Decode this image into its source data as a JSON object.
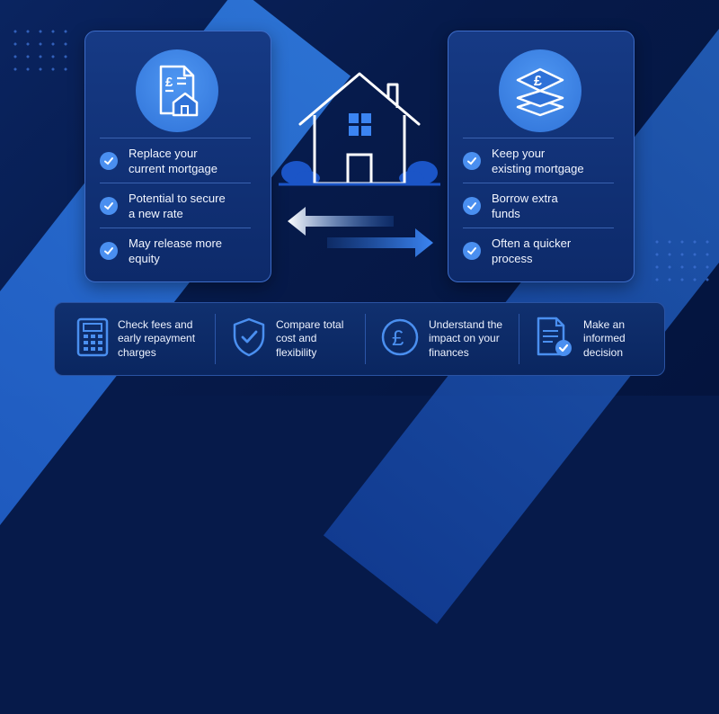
{
  "left_card": {
    "icon": "pound-document-house-icon",
    "items": [
      {
        "text": "Replace your\ncurrent mortgage"
      },
      {
        "text": "Potential to secure\na new rate"
      },
      {
        "text": "May release more\nequity"
      }
    ]
  },
  "right_card": {
    "icon": "pound-layers-icon",
    "items": [
      {
        "text": "Keep your\nexisting mortgage"
      },
      {
        "text": "Borrow extra\nfunds"
      },
      {
        "text": "Often a quicker\nprocess"
      }
    ]
  },
  "center": {
    "house_icon": "house-outline-icon",
    "arrows_icon": "double-arrow-icon"
  },
  "bottom_bar": {
    "items": [
      {
        "icon": "calculator-icon",
        "text": "Check fees and\nearly repayment\ncharges"
      },
      {
        "icon": "shield-check-icon",
        "text": "Compare total\ncost and\nflexibility"
      },
      {
        "icon": "pound-circle-icon",
        "text": "Understand the\nimpact on your\nfinances"
      },
      {
        "icon": "document-check-icon",
        "text": "Make an\ninformed\ndecision"
      }
    ]
  },
  "colors": {
    "background": "#061a4a",
    "accent": "#4a8ff0",
    "card": "#163a85"
  }
}
